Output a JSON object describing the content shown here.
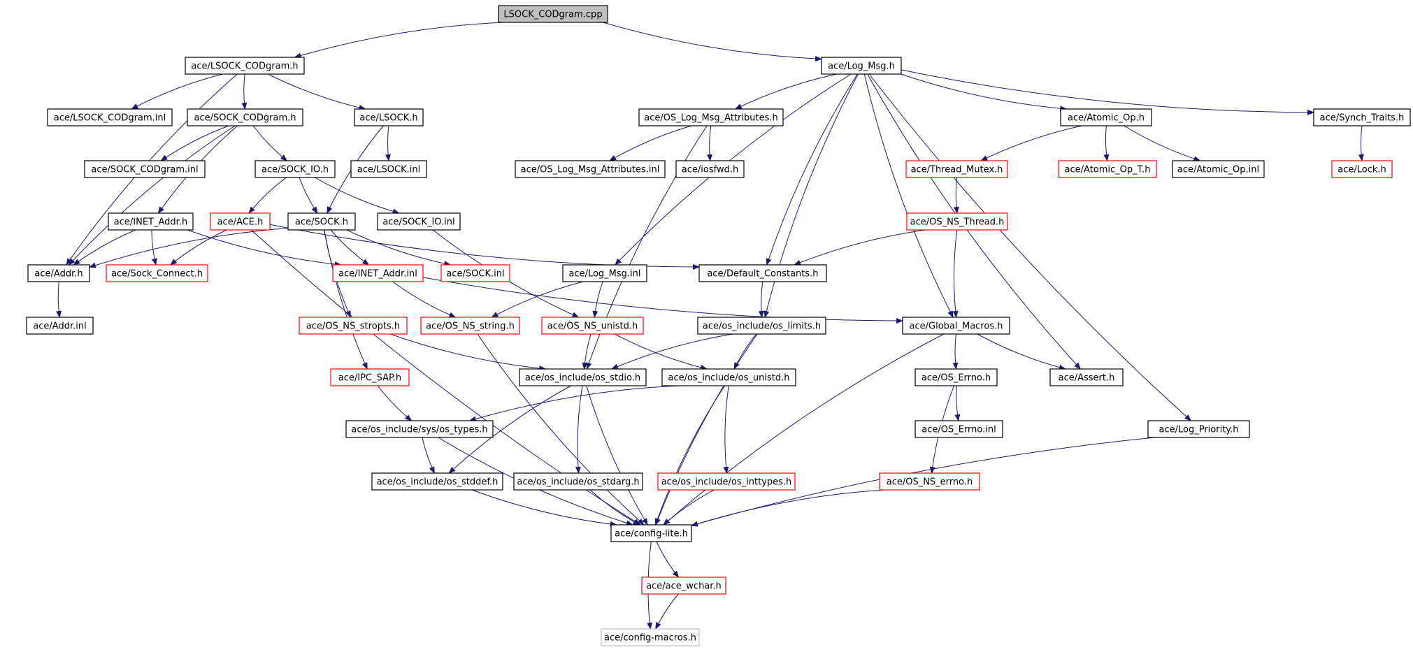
{
  "colors": {
    "edge": "#191970",
    "node_border_normal": "#000000",
    "node_border_incomplete": "#ff0000",
    "node_border_external": "#bfbfbf",
    "root_fill": "#bfbfbf"
  },
  "nodes": [
    {
      "id": "n_root",
      "label": "LSOCK_CODgram.cpp",
      "kind": "root"
    },
    {
      "id": "n_lsock_codgram_h",
      "label": "ace/LSOCK_CODgram.h",
      "kind": "normal"
    },
    {
      "id": "n_log_msg_h",
      "label": "ace/Log_Msg.h",
      "kind": "normal"
    },
    {
      "id": "n_lsock_codgram_inl",
      "label": "ace/LSOCK_CODgram.inl",
      "kind": "normal"
    },
    {
      "id": "n_sock_codgram_h",
      "label": "ace/SOCK_CODgram.h",
      "kind": "normal"
    },
    {
      "id": "n_lsock_h",
      "label": "ace/LSOCK.h",
      "kind": "normal"
    },
    {
      "id": "n_os_log_msg_attr_h",
      "label": "ace/OS_Log_Msg_Attributes.h",
      "kind": "normal"
    },
    {
      "id": "n_atomic_op_h",
      "label": "ace/Atomic_Op.h",
      "kind": "normal"
    },
    {
      "id": "n_synch_traits_h",
      "label": "ace/Synch_Traits.h",
      "kind": "normal"
    },
    {
      "id": "n_sock_codgram_inl",
      "label": "ace/SOCK_CODgram.inl",
      "kind": "normal"
    },
    {
      "id": "n_sock_io_h",
      "label": "ace/SOCK_IO.h",
      "kind": "normal"
    },
    {
      "id": "n_lsock_inl",
      "label": "ace/LSOCK.inl",
      "kind": "normal"
    },
    {
      "id": "n_os_log_msg_attr_inl",
      "label": "ace/OS_Log_Msg_Attributes.inl",
      "kind": "normal"
    },
    {
      "id": "n_iosfwd_h",
      "label": "ace/iosfwd.h",
      "kind": "normal"
    },
    {
      "id": "n_thread_mutex_h",
      "label": "ace/Thread_Mutex.h",
      "kind": "incomplete"
    },
    {
      "id": "n_atomic_op_t_h",
      "label": "ace/Atomic_Op_T.h",
      "kind": "incomplete"
    },
    {
      "id": "n_atomic_op_inl",
      "label": "ace/Atomic_Op.inl",
      "kind": "normal"
    },
    {
      "id": "n_lock_h",
      "label": "ace/Lock.h",
      "kind": "incomplete"
    },
    {
      "id": "n_inet_addr_h",
      "label": "ace/INET_Addr.h",
      "kind": "normal"
    },
    {
      "id": "n_ace_h",
      "label": "ace/ACE.h",
      "kind": "incomplete"
    },
    {
      "id": "n_sock_h",
      "label": "ace/SOCK.h",
      "kind": "normal"
    },
    {
      "id": "n_sock_io_inl",
      "label": "ace/SOCK_IO.inl",
      "kind": "normal"
    },
    {
      "id": "n_os_ns_thread_h",
      "label": "ace/OS_NS_Thread.h",
      "kind": "incomplete"
    },
    {
      "id": "n_addr_h",
      "label": "ace/Addr.h",
      "kind": "normal"
    },
    {
      "id": "n_sock_connect_h",
      "label": "ace/Sock_Connect.h",
      "kind": "incomplete"
    },
    {
      "id": "n_inet_addr_inl",
      "label": "ace/INET_Addr.inl",
      "kind": "incomplete"
    },
    {
      "id": "n_sock_inl",
      "label": "ace/SOCK.inl",
      "kind": "incomplete"
    },
    {
      "id": "n_log_msg_inl",
      "label": "ace/Log_Msg.inl",
      "kind": "normal"
    },
    {
      "id": "n_default_constants_h",
      "label": "ace/Default_Constants.h",
      "kind": "normal"
    },
    {
      "id": "n_addr_inl",
      "label": "ace/Addr.inl",
      "kind": "normal"
    },
    {
      "id": "n_os_ns_stropts_h",
      "label": "ace/OS_NS_stropts.h",
      "kind": "incomplete"
    },
    {
      "id": "n_os_ns_string_h",
      "label": "ace/OS_NS_string.h",
      "kind": "incomplete"
    },
    {
      "id": "n_os_ns_unistd_h",
      "label": "ace/OS_NS_unistd.h",
      "kind": "incomplete"
    },
    {
      "id": "n_os_limits_h",
      "label": "ace/os_include/os_limits.h",
      "kind": "normal"
    },
    {
      "id": "n_global_macros_h",
      "label": "ace/Global_Macros.h",
      "kind": "normal"
    },
    {
      "id": "n_ipc_sap_h",
      "label": "ace/IPC_SAP.h",
      "kind": "incomplete"
    },
    {
      "id": "n_os_stdio_h",
      "label": "ace/os_include/os_stdio.h",
      "kind": "normal"
    },
    {
      "id": "n_os_unistd_h",
      "label": "ace/os_include/os_unistd.h",
      "kind": "normal"
    },
    {
      "id": "n_os_errno_h",
      "label": "ace/OS_Errno.h",
      "kind": "normal"
    },
    {
      "id": "n_assert_h",
      "label": "ace/Assert.h",
      "kind": "normal"
    },
    {
      "id": "n_os_types_h",
      "label": "ace/os_include/sys/os_types.h",
      "kind": "normal"
    },
    {
      "id": "n_os_errno_inl",
      "label": "ace/OS_Errno.inl",
      "kind": "normal"
    },
    {
      "id": "n_log_priority_h",
      "label": "ace/Log_Priority.h",
      "kind": "normal"
    },
    {
      "id": "n_os_stddef_h",
      "label": "ace/os_include/os_stddef.h",
      "kind": "normal"
    },
    {
      "id": "n_os_stdarg_h",
      "label": "ace/os_include/os_stdarg.h",
      "kind": "normal"
    },
    {
      "id": "n_os_inttypes_h",
      "label": "ace/os_include/os_inttypes.h",
      "kind": "incomplete"
    },
    {
      "id": "n_os_ns_errno_h",
      "label": "ace/OS_NS_errno.h",
      "kind": "incomplete"
    },
    {
      "id": "n_config_lite_h",
      "label": "ace/config-lite.h",
      "kind": "normal"
    },
    {
      "id": "n_ace_wchar_h",
      "label": "ace/ace_wchar.h",
      "kind": "incomplete"
    },
    {
      "id": "n_config_macros_h",
      "label": "ace/config-macros.h",
      "kind": "external"
    }
  ],
  "edges": [
    [
      "n_root",
      "n_lsock_codgram_h"
    ],
    [
      "n_root",
      "n_log_msg_h"
    ],
    [
      "n_lsock_codgram_h",
      "n_addr_h"
    ],
    [
      "n_lsock_codgram_h",
      "n_lsock_codgram_inl"
    ],
    [
      "n_lsock_codgram_h",
      "n_sock_codgram_h"
    ],
    [
      "n_lsock_codgram_h",
      "n_lsock_h"
    ],
    [
      "n_sock_codgram_h",
      "n_sock_codgram_inl"
    ],
    [
      "n_sock_codgram_h",
      "n_addr_h"
    ],
    [
      "n_sock_codgram_h",
      "n_inet_addr_h"
    ],
    [
      "n_sock_codgram_h",
      "n_sock_io_h"
    ],
    [
      "n_lsock_h",
      "n_lsock_inl"
    ],
    [
      "n_lsock_h",
      "n_sock_h"
    ],
    [
      "n_sock_io_h",
      "n_ace_h"
    ],
    [
      "n_sock_io_h",
      "n_sock_h"
    ],
    [
      "n_sock_io_h",
      "n_sock_io_inl"
    ],
    [
      "n_inet_addr_h",
      "n_addr_h"
    ],
    [
      "n_inet_addr_h",
      "n_sock_connect_h"
    ],
    [
      "n_inet_addr_h",
      "n_inet_addr_inl"
    ],
    [
      "n_ace_h",
      "n_sock_connect_h"
    ],
    [
      "n_ace_h",
      "n_default_constants_h"
    ],
    [
      "n_ace_h",
      "n_config_lite_h"
    ],
    [
      "n_sock_h",
      "n_addr_h"
    ],
    [
      "n_sock_h",
      "n_sock_inl"
    ],
    [
      "n_sock_h",
      "n_os_ns_stropts_h"
    ],
    [
      "n_sock_h",
      "n_ipc_sap_h"
    ],
    [
      "n_sock_h",
      "n_inet_addr_inl"
    ],
    [
      "n_sock_io_inl",
      "n_os_ns_unistd_h"
    ],
    [
      "n_inet_addr_inl",
      "n_os_ns_string_h"
    ],
    [
      "n_inet_addr_inl",
      "n_global_macros_h"
    ],
    [
      "n_addr_h",
      "n_addr_inl"
    ],
    [
      "n_os_ns_stropts_h",
      "n_os_stdio_h"
    ],
    [
      "n_os_ns_string_h",
      "n_config_lite_h"
    ],
    [
      "n_os_ns_unistd_h",
      "n_os_stdio_h"
    ],
    [
      "n_os_ns_unistd_h",
      "n_os_unistd_h"
    ],
    [
      "n_ipc_sap_h",
      "n_os_types_h"
    ],
    [
      "n_log_msg_h",
      "n_os_log_msg_attr_h"
    ],
    [
      "n_log_msg_h",
      "n_atomic_op_h"
    ],
    [
      "n_log_msg_h",
      "n_synch_traits_h"
    ],
    [
      "n_log_msg_h",
      "n_log_msg_inl"
    ],
    [
      "n_log_msg_h",
      "n_default_constants_h"
    ],
    [
      "n_log_msg_h",
      "n_os_limits_h"
    ],
    [
      "n_log_msg_h",
      "n_global_macros_h"
    ],
    [
      "n_log_msg_h",
      "n_assert_h"
    ],
    [
      "n_log_msg_h",
      "n_log_priority_h"
    ],
    [
      "n_os_log_msg_attr_h",
      "n_os_log_msg_attr_inl"
    ],
    [
      "n_os_log_msg_attr_h",
      "n_iosfwd_h"
    ],
    [
      "n_os_log_msg_attr_h",
      "n_os_stdio_h"
    ],
    [
      "n_atomic_op_h",
      "n_thread_mutex_h"
    ],
    [
      "n_atomic_op_h",
      "n_atomic_op_t_h"
    ],
    [
      "n_atomic_op_h",
      "n_atomic_op_inl"
    ],
    [
      "n_synch_traits_h",
      "n_lock_h"
    ],
    [
      "n_thread_mutex_h",
      "n_os_ns_thread_h"
    ],
    [
      "n_os_ns_thread_h",
      "n_default_constants_h"
    ],
    [
      "n_os_ns_thread_h",
      "n_global_macros_h"
    ],
    [
      "n_log_msg_inl",
      "n_os_ns_string_h"
    ],
    [
      "n_log_msg_inl",
      "n_os_ns_unistd_h"
    ],
    [
      "n_default_constants_h",
      "n_os_limits_h"
    ],
    [
      "n_os_limits_h",
      "n_os_stdio_h"
    ],
    [
      "n_os_limits_h",
      "n_os_unistd_h"
    ],
    [
      "n_os_limits_h",
      "n_config_lite_h"
    ],
    [
      "n_global_macros_h",
      "n_os_errno_h"
    ],
    [
      "n_global_macros_h",
      "n_assert_h"
    ],
    [
      "n_global_macros_h",
      "n_config_lite_h"
    ],
    [
      "n_os_errno_h",
      "n_os_errno_inl"
    ],
    [
      "n_os_errno_h",
      "n_os_ns_errno_h"
    ],
    [
      "n_os_stdio_h",
      "n_config_lite_h"
    ],
    [
      "n_os_stdio_h",
      "n_os_stddef_h"
    ],
    [
      "n_os_stdio_h",
      "n_os_stdarg_h"
    ],
    [
      "n_os_unistd_h",
      "n_os_types_h"
    ],
    [
      "n_os_unistd_h",
      "n_os_inttypes_h"
    ],
    [
      "n_os_unistd_h",
      "n_config_lite_h"
    ],
    [
      "n_os_types_h",
      "n_os_stddef_h"
    ],
    [
      "n_os_types_h",
      "n_config_lite_h"
    ],
    [
      "n_os_stddef_h",
      "n_config_lite_h"
    ],
    [
      "n_os_stdarg_h",
      "n_config_lite_h"
    ],
    [
      "n_os_inttypes_h",
      "n_config_lite_h"
    ],
    [
      "n_os_ns_errno_h",
      "n_config_lite_h"
    ],
    [
      "n_log_priority_h",
      "n_config_lite_h"
    ],
    [
      "n_config_lite_h",
      "n_ace_wchar_h"
    ],
    [
      "n_config_lite_h",
      "n_config_macros_h"
    ],
    [
      "n_ace_wchar_h",
      "n_config_macros_h"
    ]
  ]
}
